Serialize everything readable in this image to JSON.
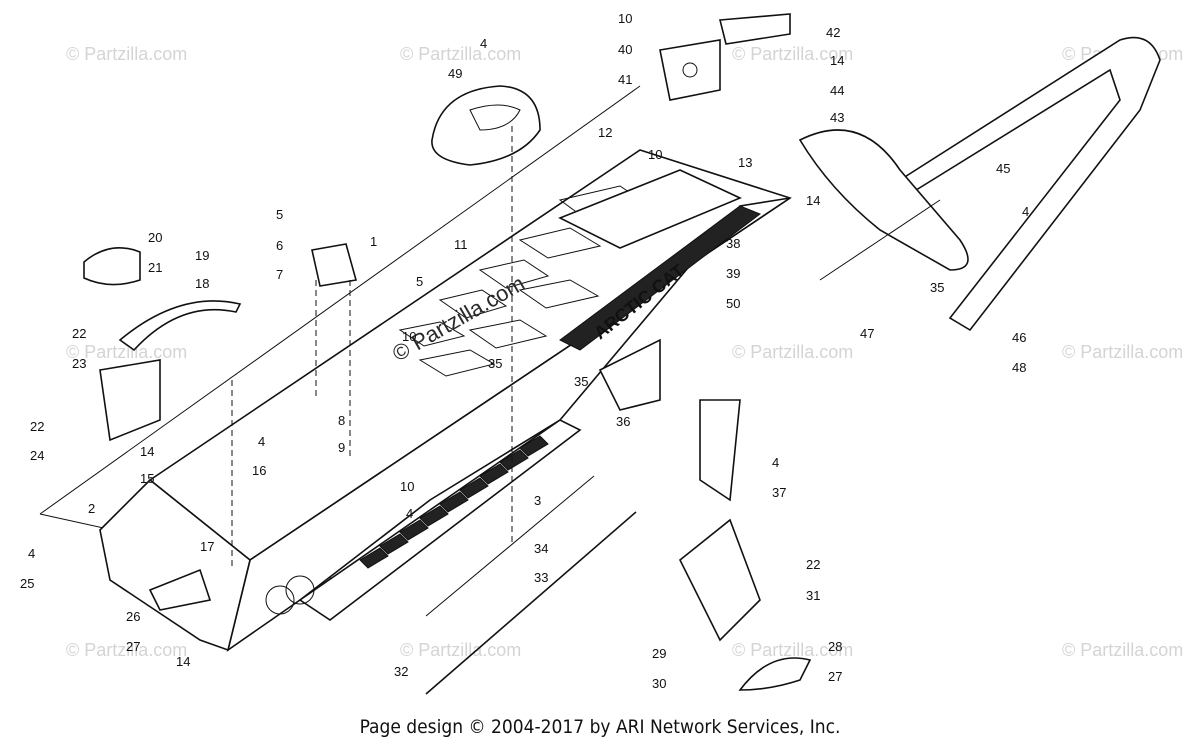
{
  "watermarks": [
    "© Partzilla.com"
  ],
  "center_watermark": "© Partzilla.com",
  "decal_text": "ARCTIC CAT",
  "footer": "Page design © 2004-2017 by ARI Network Services, Inc.",
  "callouts": [
    {
      "id": "c10a",
      "n": "10"
    },
    {
      "id": "c42",
      "n": "42"
    },
    {
      "id": "c4a",
      "n": "4"
    },
    {
      "id": "c40",
      "n": "40"
    },
    {
      "id": "c41",
      "n": "41"
    },
    {
      "id": "c49",
      "n": "49"
    },
    {
      "id": "c14a",
      "n": "14"
    },
    {
      "id": "c44",
      "n": "44"
    },
    {
      "id": "c43",
      "n": "43"
    },
    {
      "id": "c12",
      "n": "12"
    },
    {
      "id": "c10b",
      "n": "10"
    },
    {
      "id": "c13",
      "n": "13"
    },
    {
      "id": "c45",
      "n": "45"
    },
    {
      "id": "c14b",
      "n": "14"
    },
    {
      "id": "c4b",
      "n": "4"
    },
    {
      "id": "c5a",
      "n": "5"
    },
    {
      "id": "c1",
      "n": "1"
    },
    {
      "id": "c11",
      "n": "11"
    },
    {
      "id": "c38",
      "n": "38"
    },
    {
      "id": "c20",
      "n": "20"
    },
    {
      "id": "c6",
      "n": "6"
    },
    {
      "id": "c19",
      "n": "19"
    },
    {
      "id": "c7",
      "n": "7"
    },
    {
      "id": "c39",
      "n": "39"
    },
    {
      "id": "c21",
      "n": "21"
    },
    {
      "id": "c18",
      "n": "18"
    },
    {
      "id": "c5b",
      "n": "5"
    },
    {
      "id": "c50",
      "n": "50"
    },
    {
      "id": "c35a",
      "n": "35"
    },
    {
      "id": "c22a",
      "n": "22"
    },
    {
      "id": "c10c",
      "n": "10"
    },
    {
      "id": "c47",
      "n": "47"
    },
    {
      "id": "c46",
      "n": "46"
    },
    {
      "id": "c23",
      "n": "23"
    },
    {
      "id": "c35b",
      "n": "35"
    },
    {
      "id": "c48",
      "n": "48"
    },
    {
      "id": "c35c",
      "n": "35"
    },
    {
      "id": "c8",
      "n": "8"
    },
    {
      "id": "c36",
      "n": "36"
    },
    {
      "id": "c22b",
      "n": "22"
    },
    {
      "id": "c9",
      "n": "9"
    },
    {
      "id": "c14c",
      "n": "14"
    },
    {
      "id": "c4c",
      "n": "4"
    },
    {
      "id": "c24",
      "n": "24"
    },
    {
      "id": "c4d",
      "n": "4"
    },
    {
      "id": "c15",
      "n": "15"
    },
    {
      "id": "c16",
      "n": "16"
    },
    {
      "id": "c37",
      "n": "37"
    },
    {
      "id": "c10d",
      "n": "10"
    },
    {
      "id": "c3",
      "n": "3"
    },
    {
      "id": "c2",
      "n": "2"
    },
    {
      "id": "c4e",
      "n": "4"
    },
    {
      "id": "c17",
      "n": "17"
    },
    {
      "id": "c34",
      "n": "34"
    },
    {
      "id": "c4f",
      "n": "4"
    },
    {
      "id": "c22c",
      "n": "22"
    },
    {
      "id": "c25",
      "n": "25"
    },
    {
      "id": "c33",
      "n": "33"
    },
    {
      "id": "c31",
      "n": "31"
    },
    {
      "id": "c26",
      "n": "26"
    },
    {
      "id": "c27a",
      "n": "27"
    },
    {
      "id": "c14d",
      "n": "14"
    },
    {
      "id": "c29",
      "n": "29"
    },
    {
      "id": "c28",
      "n": "28"
    },
    {
      "id": "c32",
      "n": "32"
    },
    {
      "id": "c30",
      "n": "30"
    },
    {
      "id": "c27b",
      "n": "27"
    }
  ]
}
